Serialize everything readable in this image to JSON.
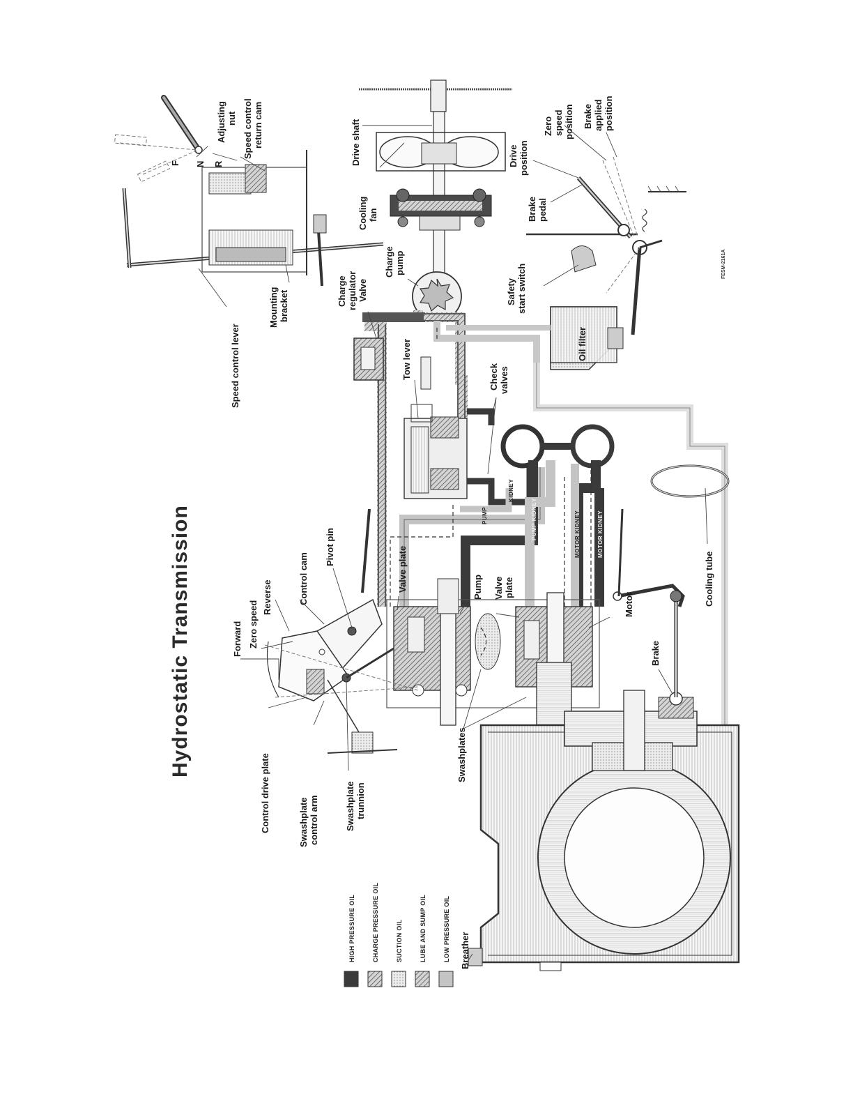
{
  "title": "Hydrostatic Transmission",
  "figure_code": "FESM-2161A",
  "colors": {
    "high_pressure": "#3a3a3a",
    "charge_pressure": "#6d6d6d",
    "suction": "#e6e6e6",
    "lube_sump": "#9a9a9a",
    "low_pressure": "#c4c4c4"
  },
  "legend": [
    {
      "label": "HIGH PRESSURE OIL",
      "swatch": "high_pressure"
    },
    {
      "label": "CHARGE PRESSURE OIL",
      "swatch": "charge_pressure"
    },
    {
      "label": "SUCTION OIL",
      "swatch": "suction"
    },
    {
      "label": "LUBE AND SUMP OIL",
      "swatch": "lube_sump"
    },
    {
      "label": "LOW PRESSURE OIL",
      "swatch": "low_pressure"
    }
  ],
  "labels": {
    "f": "F",
    "n": "N",
    "r": "R",
    "adjusting_nut_1": "Adjusting",
    "adjusting_nut_2": "nut",
    "speed_control_return_cam_1": "Speed control",
    "speed_control_return_cam_2": "return cam",
    "drive_shaft": "Drive shaft",
    "zero_speed_position_1": "Zero",
    "zero_speed_position_2": "speed",
    "zero_speed_position_3": "position",
    "brake_applied_position_1": "Brake",
    "brake_applied_position_2": "applied",
    "brake_applied_position_3": "position",
    "drive_position_1": "Drive",
    "drive_position_2": "position",
    "cooling_fan_1": "Cooling",
    "cooling_fan_2": "fan",
    "brake_pedal_1": "Brake",
    "brake_pedal_2": "pedal",
    "speed_control_lever": "Speed control lever",
    "mounting_bracket_1": "Mounting",
    "mounting_bracket_2": "bracket",
    "charge_regulator_valve_1": "Charge",
    "charge_regulator_valve_2": "regulator",
    "charge_regulator_valve_3": "Valve",
    "charge_pump_1": "Charge",
    "charge_pump_2": "pump",
    "safety_start_switch_1": "Safety",
    "safety_start_switch_2": "start switch",
    "oil_filter": "Oil filter",
    "tow_lever": "Tow lever",
    "check_valves_1": "Check",
    "check_valves_2": "valves",
    "forward": "Forward",
    "zero_speed": "Zero speed",
    "reverse": "Reverse",
    "control_cam": "Control cam",
    "pivot_pin": "Pivot pin",
    "valve_plate_upper": "Valve plate",
    "pump": "Pump",
    "valve_plate_lower_1": "Valve",
    "valve_plate_lower_2": "plate",
    "motor": "Motor",
    "brake": "Brake",
    "cooling_tube": "Cooling tube",
    "control_drive_plate": "Control drive plate",
    "swashplate_control_arm_1": "Swashplate",
    "swashplate_control_arm_2": "control arm",
    "swashplate_trunnion_1": "Swashplate",
    "swashplate_trunnion_2": "trunnion",
    "swashplates": "Swashplates",
    "breather": "Breather",
    "pump_passage": "PUMP",
    "kidney": "KIDNEY",
    "pump_kidney": "PUMP KIDNEY",
    "motor_kidney": "MOTOR KIDNEY"
  }
}
